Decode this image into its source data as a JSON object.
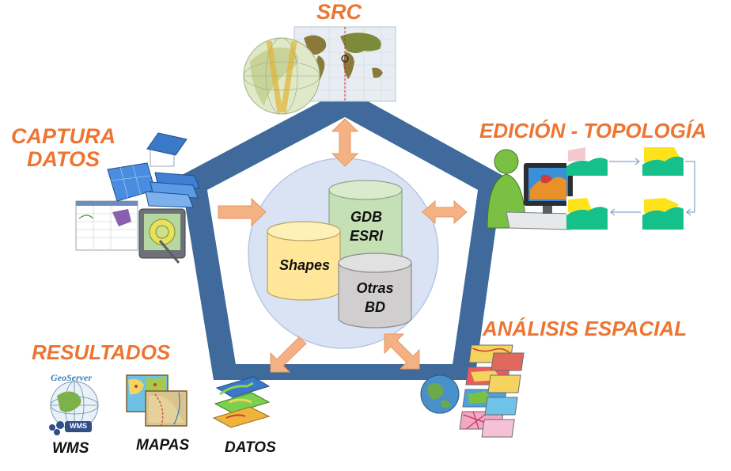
{
  "labels": {
    "src": "SRC",
    "captura": "CAPTURA\nDATOS",
    "edicion": "EDICIÓN - TOPOLOGÍA",
    "analisis": "ANÁLISIS ESPACIAL",
    "resultados": "RESULTADOS"
  },
  "results": {
    "wms": "WMS",
    "mapas": "MAPAS",
    "datos": "DATOS",
    "geoserver_logo": "GeoServer",
    "wms_badge": "WMS"
  },
  "databases": {
    "gdb": "GDB\nESRI",
    "shapes": "Shapes",
    "otras": "Otras\nBD"
  },
  "colors": {
    "accent": "#ee7531",
    "pentagon": "#3f6a9b",
    "arrow": "#f4b183",
    "circle": "#dae3f3",
    "shapes_cyl": "#ffe699",
    "gdb_cyl": "#c5e0b4",
    "otras_cyl": "#d0cece"
  }
}
